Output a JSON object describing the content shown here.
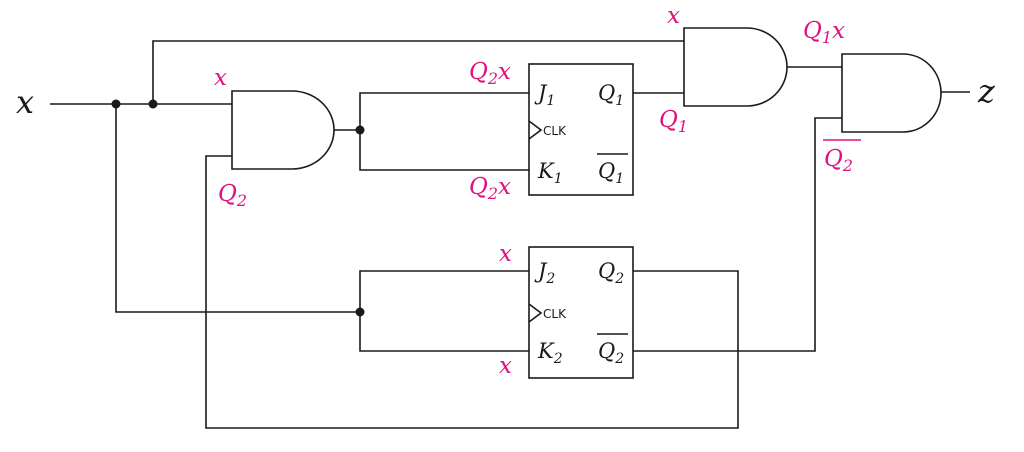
{
  "io": {
    "input": "x",
    "output": "z"
  },
  "ff1": {
    "j": {
      "name": "J",
      "sub": "1"
    },
    "k": {
      "name": "K",
      "sub": "1"
    },
    "q": {
      "name": "Q",
      "sub": "1"
    },
    "qbar": {
      "name": "Q",
      "sub": "1"
    },
    "clk": "CLK"
  },
  "ff2": {
    "j": {
      "name": "J",
      "sub": "2"
    },
    "k": {
      "name": "K",
      "sub": "2"
    },
    "q": {
      "name": "Q",
      "sub": "2"
    },
    "qbar": {
      "name": "Q",
      "sub": "2"
    },
    "clk": "CLK"
  },
  "signals": {
    "and1_in_x": "x",
    "and1_in_q2": {
      "name": "Q",
      "sub": "2"
    },
    "j1_in": {
      "name": "Q",
      "sub": "2",
      "tail": "x"
    },
    "k1_in": {
      "name": "Q",
      "sub": "2",
      "tail": "x"
    },
    "and2_in_x": "x",
    "and2_in_q1": {
      "name": "Q",
      "sub": "1"
    },
    "and2_out": {
      "name": "Q",
      "sub": "1",
      "tail": "x"
    },
    "and3_in_q2bar": {
      "name": "Q",
      "sub": "2"
    },
    "j2_in": "x",
    "k2_in": "x"
  },
  "colors": {
    "annotation": "#e0117f",
    "ink": "#1a1a1a"
  }
}
